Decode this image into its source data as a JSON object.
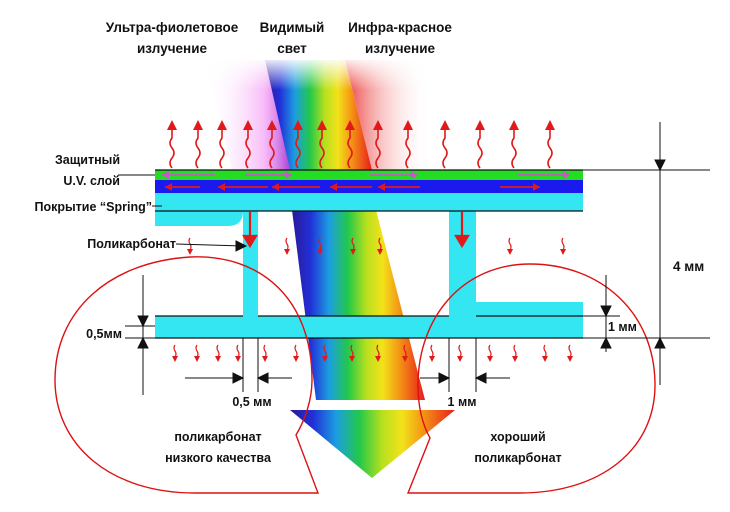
{
  "labels": {
    "uv_line1": "Ультра-фиолетовое",
    "uv_line2": "излучение",
    "visible_line1": "Видимый",
    "visible_line2": "свет",
    "ir_line1": "Инфра-красное",
    "ir_line2": "излучение",
    "protective_line1": "Защитный",
    "protective_line2": "U.V. слой",
    "spring_coating": "Покрытие “Spring”",
    "polycarbonate": "Поликарбонат",
    "thickness_total": "4 мм",
    "thickness_right_wall": "1 мм",
    "thickness_left_wall": "0,5мм",
    "rib_left": "0,5 мм",
    "rib_right": "1 мм",
    "low_quality_line1": "поликарбонат",
    "low_quality_line2": "низкого качества",
    "good_line1": "хороший",
    "good_line2": "поликарбонат"
  },
  "colors": {
    "panel_cyan": "#33e6f2",
    "uv_layer_green": "#22dd22",
    "spring_layer_blue": "#1a1aee",
    "arrow_red": "#e01a1a",
    "callout_outline": "#dd1111",
    "dimension_line": "#111111"
  },
  "icons": {
    "reflected_heat_arrow": "wavy-up-arrow-icon",
    "transmitted_arrow": "wavy-down-arrow-icon",
    "spectrum_arrow": "big-down-arrow-icon"
  }
}
